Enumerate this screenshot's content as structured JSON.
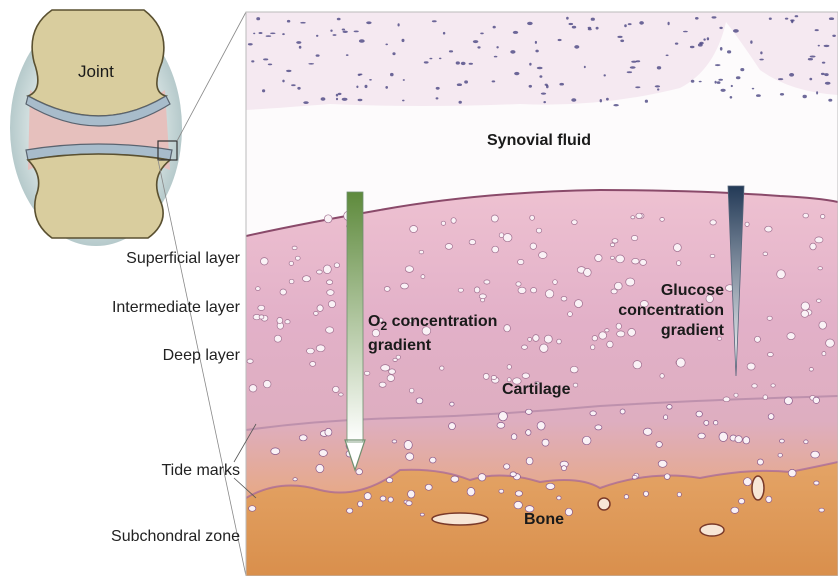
{
  "inset": {
    "joint_label": "Joint"
  },
  "layer_labels": [
    "Superficial layer",
    "Intermediate layer",
    "Deep layer",
    "Tide marks",
    "Subchondral zone"
  ],
  "tissue_labels": {
    "synovial_fluid": "Synovial fluid",
    "cartilage": "Cartilage",
    "bone": "Bone"
  },
  "gradients": {
    "oxygen": {
      "symbol_main": "O",
      "symbol_sub": "2",
      "line1_rest": " concentration",
      "line2": "gradient",
      "color": "#6f9a4a"
    },
    "glucose": {
      "line1": "Glucose",
      "line2": "concentration",
      "line3": "gradient",
      "color": "#2f4a66"
    }
  },
  "colors": {
    "cartilage_top": "#e9b3c6",
    "cartilage_deep": "#d8a3bd",
    "bone": "#e0a060",
    "synovium": "#f7edf3",
    "inset_bone": "#d9cd9e",
    "inset_cartilage_band": "#a8bccb",
    "inset_capsule": "#c9d8d8"
  }
}
